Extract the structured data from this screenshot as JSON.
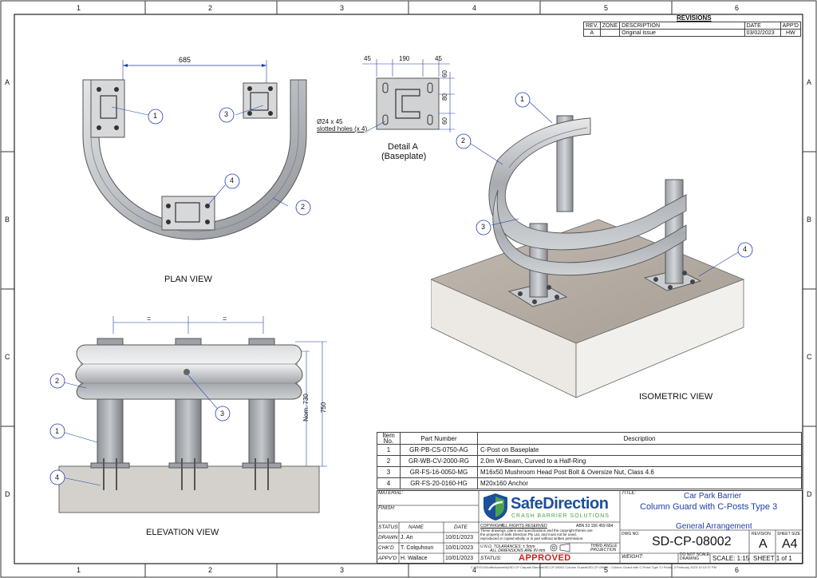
{
  "border": {
    "cols": [
      "1",
      "2",
      "3",
      "4",
      "5",
      "6"
    ],
    "rows": [
      "A",
      "B",
      "C",
      "D"
    ]
  },
  "revisions": {
    "title": "REVISIONS",
    "headers": [
      "REV.",
      "ZONE",
      "DESCRIPTION",
      "DATE",
      "APP'D"
    ],
    "rows": [
      [
        "A",
        "",
        "Original Issue",
        "03/02/2023",
        "HW"
      ]
    ]
  },
  "views": {
    "plan": "PLAN VIEW",
    "elevation": "ELEVATION VIEW",
    "isometric": "ISOMETRIC VIEW",
    "detail_title": "Detail A",
    "detail_sub": "(Baseplate)"
  },
  "dimensions": {
    "plan_width": "685",
    "detail_left": "45",
    "detail_mid": "190",
    "detail_right": "45",
    "detail_top": "60",
    "detail_center": "80",
    "detail_bottom": "60",
    "slot_size": "Ø24 x 45",
    "slot_note": "slotted holes (x 4)",
    "elev_eq_left": "=",
    "elev_eq_right": "=",
    "nom_height": "Nom. 730",
    "total_height": "750"
  },
  "balloons": {
    "plan": [
      "1",
      "3",
      "4",
      "2"
    ],
    "iso": [
      "1",
      "2",
      "3",
      "4"
    ],
    "elev": [
      "2",
      "3",
      "1",
      "4"
    ]
  },
  "parts": {
    "headers": [
      "Item No.",
      "Part Number",
      "Description"
    ],
    "rows": [
      [
        "1",
        "GR-PB-CS-0750-AG",
        "C-Post on Baseplate"
      ],
      [
        "2",
        "GR-WB-CV-2000-RG",
        "2.0m W-Beam, Curved to a Half-Ring"
      ],
      [
        "3",
        "GR-FS-16-0050-MG",
        "M16x50 Mushroom Head Post Bolt & Oversize Nut, Class 4.6"
      ],
      [
        "4",
        "GR-FS-20-0160-HG",
        "M20x160 Anchor"
      ]
    ]
  },
  "title_block": {
    "material_label": "MATERIAL:",
    "finish_label": "FINISH:",
    "status_label": "STATUS",
    "name_label": "NAME",
    "date_label": "DATE",
    "people": [
      {
        "role": "DRAWN",
        "name": "J. An",
        "date": "10/01/2023"
      },
      {
        "role": "CHK'D",
        "name": "T. Colquhoun",
        "date": "10/01/2023"
      },
      {
        "role": "APPV'D",
        "name": "H. Wallace",
        "date": "10/01/2023"
      }
    ],
    "company": "SafeDirection",
    "company_tag": "CRASH BARRIER SOLUTIONS",
    "copyright_label": "COPYRIGHT",
    "copyright_rights": "ALL RIGHTS RESERVED",
    "abn": "ABN 53 156 459 684",
    "copyright_text_1": "These drawings, plans and specifications and the copyright therein are",
    "copyright_text_2": "the property of Safe Direction Pty Ltd, and must not be used,",
    "copyright_text_3": "reproduced or copied wholly or in part without written permission.",
    "tolerances": "U.N.O. TOLARANCES: ± 5mm",
    "dims_in_mm": "ALL DIMENSIONS ARE IN mm",
    "projection": "THIRD ANGLE PROJECTION",
    "status_field": "STATUS:",
    "status_value": "APPROVED",
    "title_label": "TITLE:",
    "title_line1": "Car Park Barrier",
    "title_line2": "Column Guard with C-Posts Type 3",
    "subtitle": "General Arrangement",
    "dwg_no_label": "DWG NO.",
    "dwg_no": "SD-CP-08002",
    "revision_label": "REVISION",
    "revision": "A",
    "sheet_size_label": "SHEET SIZE",
    "sheet_size": "A4",
    "weight_label": "WEIGHT:",
    "do_not_scale": "DO NOT SCALE DRAWING",
    "scale": "SCALE: 1:15",
    "sheet": "SHEET 1 of 1",
    "footer_path": "C:\\GDS\\1\\Drafts\\Assembly\\SD-CP Carpark Barriers\\SD-CP-08002 Column Guards\\SD-CP-08002 - Column Guard with C-Posts Type 3.i    Friday, 3 February 2023 10:13:37 PM"
  },
  "colors": {
    "steel": "#b8bcc0",
    "steel_dark": "#7d8186",
    "concrete": "#b7afa6",
    "dim_line": "#1f3fa8",
    "status_red": "#d21a1a",
    "brand_blue": "#1b4f9c",
    "brand_green": "#4aa24a"
  }
}
